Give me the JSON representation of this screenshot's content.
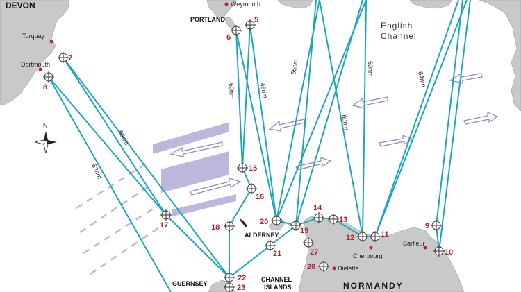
{
  "labels": {
    "devon": "DEVON",
    "torquay": "Torquay",
    "dartmouth": "Dartmouth",
    "portland": "PORTLAND",
    "weymouth": "Weymouth",
    "english": "English",
    "channel": "Channel",
    "alderney": "ALDERNEY",
    "guernsey": "GUERNSEY",
    "channel_islands_1": "CHANNEL",
    "channel_islands_2": "ISLANDS",
    "normandy": "NORMANDY",
    "cherbourg": "Cherbourg",
    "barfleur": "Barfleur",
    "dielette": "Diélette",
    "north": "N"
  },
  "distances": {
    "d66": "66nm",
    "d62": "62nm",
    "d60a": "60nm",
    "d46": "46nm",
    "d55": "55nm",
    "d60b": "60nm",
    "d60c": "60nm",
    "d64": "64nm"
  },
  "waypoints": [
    "5",
    "6",
    "7",
    "8",
    "9",
    "10",
    "11",
    "12",
    "13",
    "14",
    "15",
    "16",
    "17",
    "18",
    "19",
    "20",
    "21",
    "22",
    "23",
    "27",
    "28"
  ],
  "colors": {
    "land": "#c8c9cb",
    "route": "#1aa6bd",
    "tss": "#bfb6dc",
    "arrow": "#8f85c0",
    "waypoint_label": "#b21e2a",
    "town_dot": "#c21f2e"
  }
}
